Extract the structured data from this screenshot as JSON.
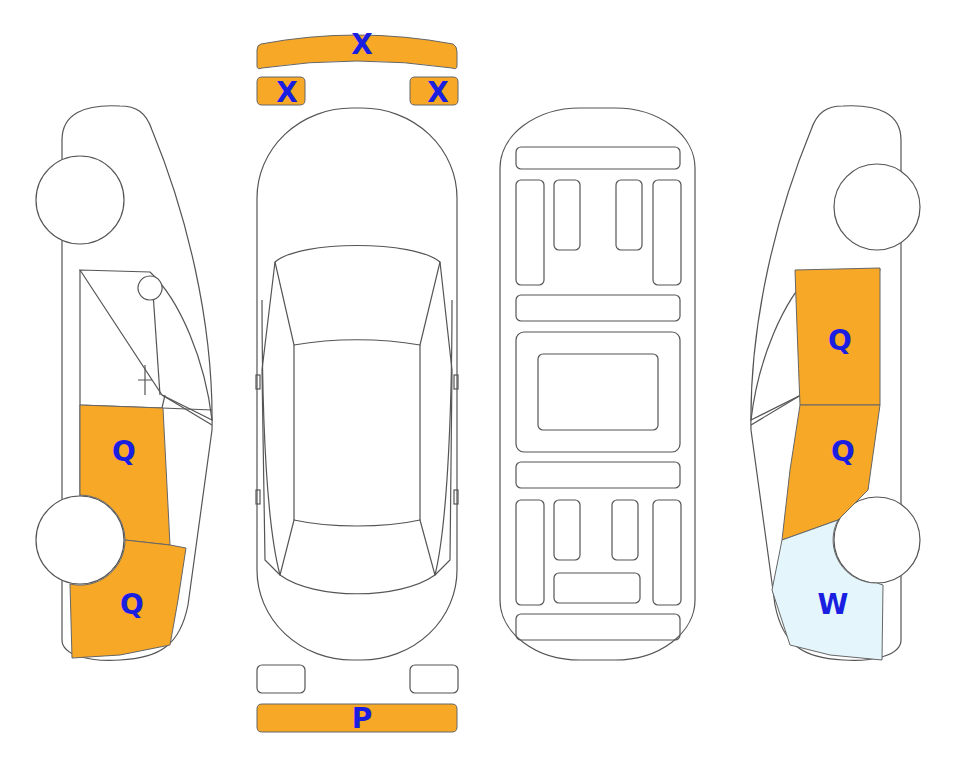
{
  "diagram": {
    "nodes": [
      {
        "text": [
          "X"
        ]
      },
      {
        "text": [
          "X"
        ]
      },
      {
        "text": [
          "X"
        ]
      },
      {
        "text": [
          "Q"
        ]
      },
      {
        "text": [
          "Q"
        ]
      },
      {
        "text": [
          "Q"
        ]
      },
      {
        "text": [
          "Q"
        ]
      },
      {
        "text": [
          "W"
        ]
      },
      {
        "text": [
          "P"
        ]
      }
    ]
  }
}
